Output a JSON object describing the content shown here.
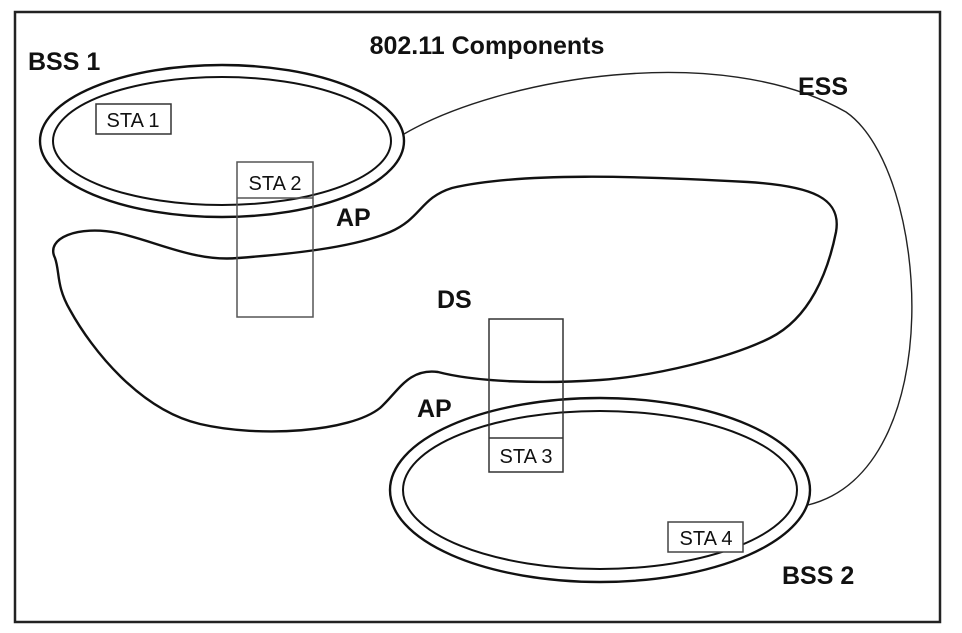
{
  "title": "802.11 Components",
  "labels": {
    "bss1": "BSS 1",
    "bss2": "BSS 2",
    "ess": "ESS",
    "ds": "DS",
    "ap_top": "AP",
    "ap_bottom": "AP"
  },
  "stations": {
    "sta1": "STA 1",
    "sta2": "STA 2",
    "sta3": "STA 3",
    "sta4": "STA 4"
  },
  "colors": {
    "stroke": "#111111",
    "background": "#ffffff"
  }
}
